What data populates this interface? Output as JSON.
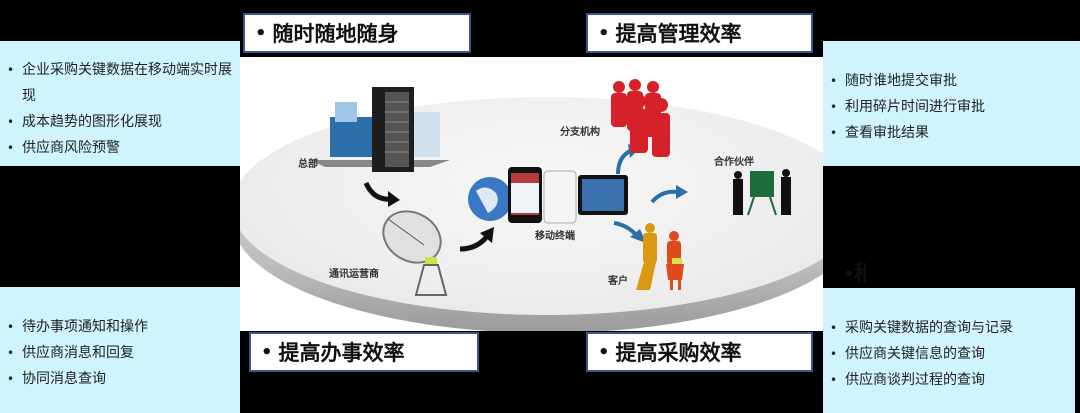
{
  "labels": {
    "top_left": "随时随地随身",
    "top_right": "提高管理效率",
    "bottom_left": "提高办事效率",
    "bottom_right": "提高采购效率",
    "right_partial": "稍",
    "bullet": "•"
  },
  "panels": {
    "left_top": [
      "企业采购关键数据在移动端实时展现",
      "成本趋势的图形化展现",
      "供应商风险预警"
    ],
    "right_top": [
      "随时谁地提交审批",
      "利用碎片时间进行审批",
      "查看审批结果"
    ],
    "left_bottom": [
      "待办事项通知和操作",
      "供应商消息和回复",
      "协同消息查询"
    ],
    "right_bottom": [
      "采购关键数据的查询与记录",
      "供应商关键信息的查询",
      "供应商谈判过程的查询"
    ]
  },
  "diagram": {
    "nodes": {
      "hq": "总部",
      "carrier": "通讯运营商",
      "mobile": "移动终端",
      "branch": "分支机构",
      "partner": "合作伙伴",
      "customer": "客户"
    }
  },
  "colors": {
    "panel_bg": "#cff4fd",
    "label_border": "#3a5590",
    "people_red": "#d6202a",
    "customer_orange": "#e08a1a",
    "arrow_blue": "#2a6fa8"
  }
}
